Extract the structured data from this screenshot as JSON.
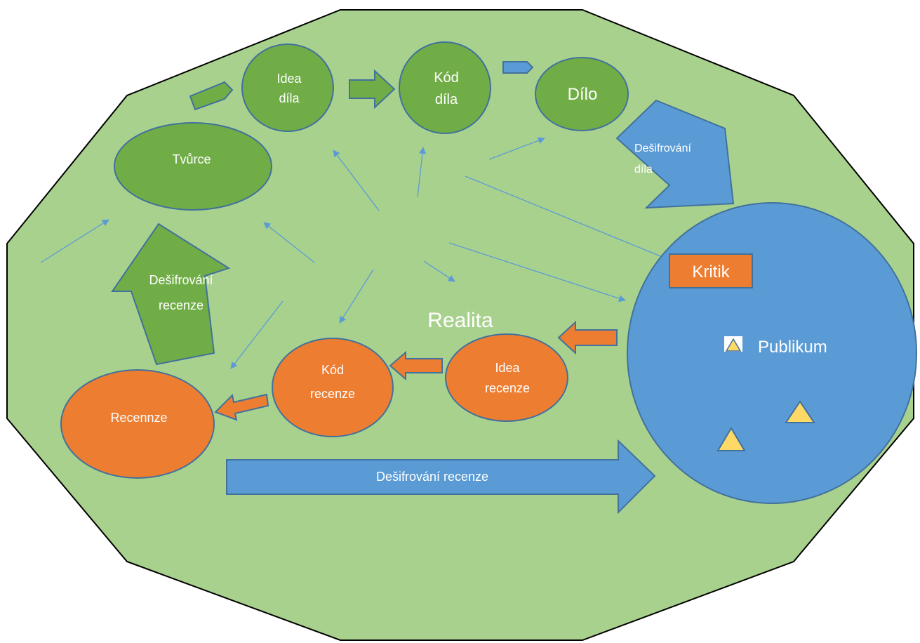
{
  "labels": {
    "idea_dila": [
      "Idea",
      "díla"
    ],
    "kod_dila": [
      "Kód",
      "díla"
    ],
    "dilo": "Dílo",
    "tvurce": "Tvůrce",
    "desifrovani_dila": [
      "Dešifrování",
      "díla"
    ],
    "kritik": "Kritik",
    "publikum": "Publikum",
    "realita": "Realita",
    "desifrovani_recenze_up": [
      "Dešifrování",
      "recenze"
    ],
    "idea_recenze": [
      "Idea",
      "recenze"
    ],
    "kod_recenze": [
      "Kód",
      "recenze"
    ],
    "recenze": "Recennze",
    "desifrovani_recenze_bottom": "Dešifrování recenze"
  },
  "colors": {
    "background_polygon": "#a9d18e",
    "green_node": "#70ad47",
    "orange_node": "#ed7d31",
    "blue_node": "#5b9bd5",
    "outline": "#41719c",
    "triangle": "#ffd966"
  }
}
